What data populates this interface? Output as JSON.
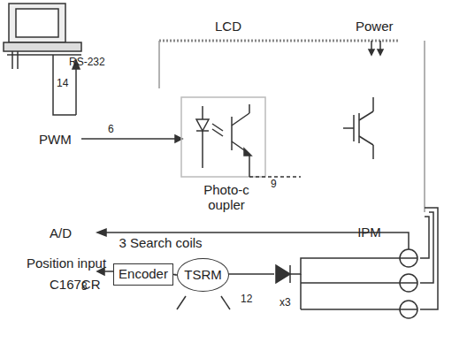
{
  "diagram": {
    "nodes": [
      {
        "text": [
          "Encoder"
        ]
      },
      {
        "text": [
          "TSRM"
        ]
      },
      {
        "text": [
          "3 Search coils"
        ]
      },
      {
        "text": [
          "Photo-c oupler"
        ]
      },
      {
        "text": [
          "IPM"
        ]
      }
    ],
    "edges": [
      {
        "from": 0,
        "to": 1,
        "arrow": "none"
      }
    ],
    "labels": [
      "LCD",
      "Power",
      "RS-232",
      "14",
      "PWM",
      "6",
      "9",
      "A/D",
      "Position input",
      "C167CR",
      "8",
      "12",
      "x3"
    ]
  }
}
